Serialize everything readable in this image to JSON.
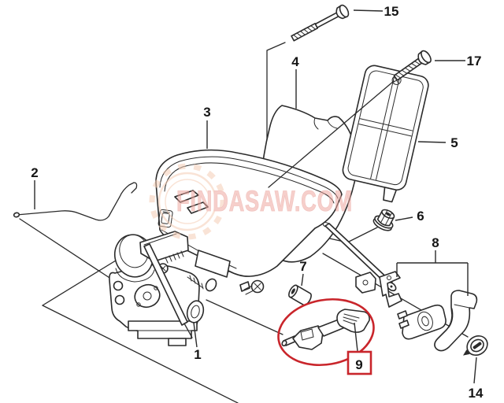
{
  "diagram": {
    "type": "exploded-parts-diagram",
    "background": "#ffffff",
    "ink": "#2b2b2b",
    "watermark": {
      "text": "FINDASAW.COM",
      "text_color": "#efa9a1",
      "logo": "sawblade-sun-icon",
      "logo_color": "#f5cdb5"
    },
    "highlight": {
      "color": "#c9252b",
      "highlighted_part": "9"
    },
    "labels": {
      "p1": "1",
      "p2": "2",
      "p3": "3",
      "p4": "4",
      "p5": "5",
      "p6": "6",
      "p7": "7",
      "p8": "8",
      "p9": "9",
      "p14": "14",
      "p15": "15",
      "p17": "17"
    }
  }
}
